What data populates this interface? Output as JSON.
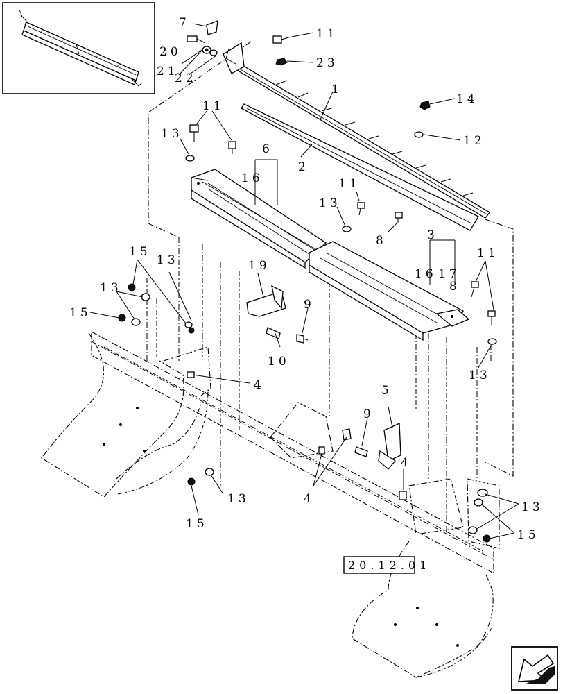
{
  "callouts": {
    "c1": "1",
    "c2": "2",
    "c3": "3",
    "c4a": "4",
    "c4b": "4",
    "c4c": "4",
    "c5": "5",
    "c6": "6",
    "c7": "7",
    "c8a": "8",
    "c8b": "8",
    "c9a": "9",
    "c9b": "9",
    "c10": "10",
    "c11a": "11",
    "c11b": "11",
    "c11c": "11",
    "c11d": "11",
    "c12": "12",
    "c13a": "13",
    "c13b": "13",
    "c13c": "13",
    "c13d": "13",
    "c13e": "13",
    "c13f": "13",
    "c13g": "13",
    "c14": "14",
    "c15a": "15",
    "c15b": "15",
    "c15c": "15",
    "c15d": "15",
    "c16a": "16",
    "c16b": "16",
    "c17": "17",
    "c19": "19",
    "c20": "20",
    "c21": "21",
    "c22": "22",
    "c23": "23"
  },
  "reference_box": "20.12.01",
  "icons": {
    "nav": "next-page-arrow-icon",
    "thumb": "assembly-thumbnail-icon"
  }
}
